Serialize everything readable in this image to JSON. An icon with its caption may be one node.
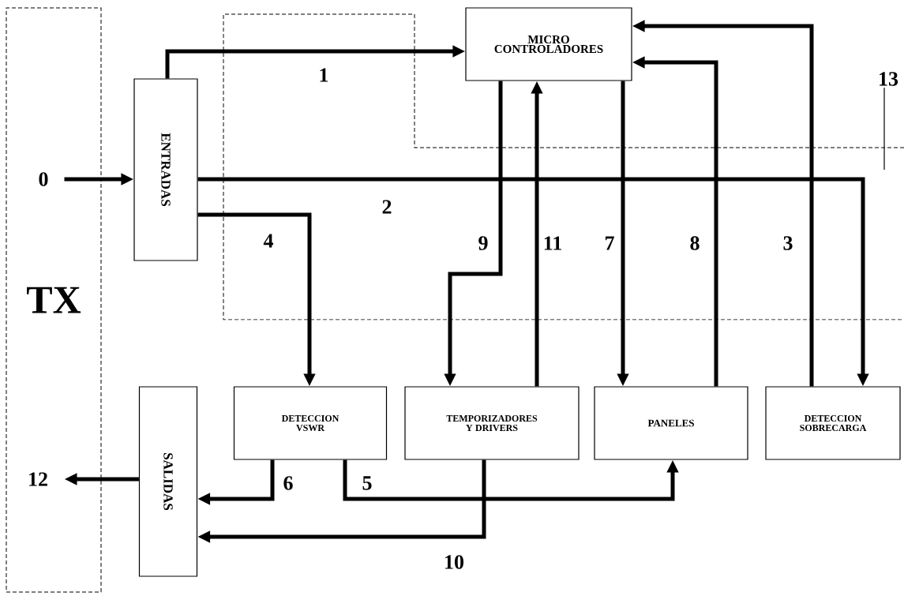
{
  "diagram": {
    "nodes": [
      {
        "text": [
          "TX"
        ]
      },
      {
        "text": [
          "ENTRADAS"
        ]
      },
      {
        "text": [
          "MICRO CONTROLADORES"
        ]
      },
      {
        "text": [
          "DETECCION VSWR"
        ]
      },
      {
        "text": [
          "TEMPORIZADORES Y DRIVERS"
        ]
      },
      {
        "text": [
          "PANELES"
        ]
      },
      {
        "text": [
          "DETECCION SOBRECARGA"
        ]
      },
      {
        "text": [
          "SALIDAS"
        ]
      },
      {
        "text": [
          "13"
        ]
      }
    ],
    "edges": [
      {
        "from": 0,
        "to": 1,
        "arrow": "to",
        "label": "0"
      },
      {
        "from": 1,
        "to": 2,
        "arrow": "to",
        "label": "1"
      },
      {
        "from": 1,
        "to": 6,
        "arrow": "to",
        "label": "2"
      },
      {
        "from": 6,
        "to": 2,
        "arrow": "to",
        "label": "3"
      },
      {
        "from": 1,
        "to": 3,
        "arrow": "to",
        "label": "4"
      },
      {
        "from": 3,
        "to": 5,
        "arrow": "to",
        "label": "5"
      },
      {
        "from": 3,
        "to": 7,
        "arrow": "to",
        "label": "6"
      },
      {
        "from": 2,
        "to": 5,
        "arrow": "to",
        "label": "7"
      },
      {
        "from": 5,
        "to": 2,
        "arrow": "to",
        "label": "8"
      },
      {
        "from": 2,
        "to": 4,
        "arrow": "to",
        "label": "9"
      },
      {
        "from": 4,
        "to": 7,
        "arrow": "to",
        "label": "10"
      },
      {
        "from": 4,
        "to": 2,
        "arrow": "to",
        "label": "11"
      },
      {
        "from": 7,
        "to": 0,
        "arrow": "to",
        "label": "12"
      },
      {
        "from": 8,
        "to": null,
        "arrow": "none"
      }
    ]
  }
}
